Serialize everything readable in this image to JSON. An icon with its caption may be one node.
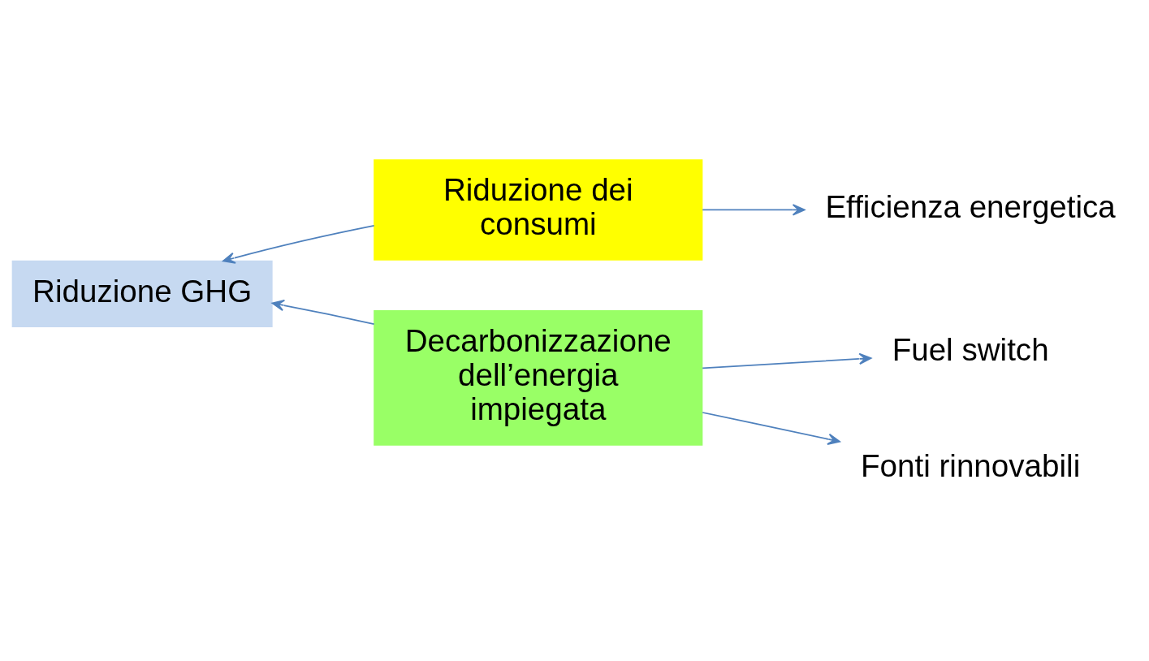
{
  "diagram": {
    "nodes": [
      {
        "text": [
          "Riduzione GHG"
        ]
      },
      {
        "text": [
          "Riduzione dei consumi"
        ]
      },
      {
        "text": [
          "Efficienza energetica"
        ]
      },
      {
        "text": [
          "Decarbonizzazione dell’energia impiegata"
        ]
      },
      {
        "text": [
          "Fuel switch"
        ]
      },
      {
        "text": [
          "Fonti rinnovabili"
        ]
      }
    ],
    "edges": [
      {
        "from": 1,
        "to": 0,
        "arrow": "to"
      },
      {
        "from": 3,
        "to": 0,
        "arrow": "to"
      },
      {
        "from": 1,
        "to": 2,
        "arrow": "to"
      },
      {
        "from": 3,
        "to": 4,
        "arrow": "to"
      },
      {
        "from": 3,
        "to": 5,
        "arrow": "to"
      }
    ]
  }
}
